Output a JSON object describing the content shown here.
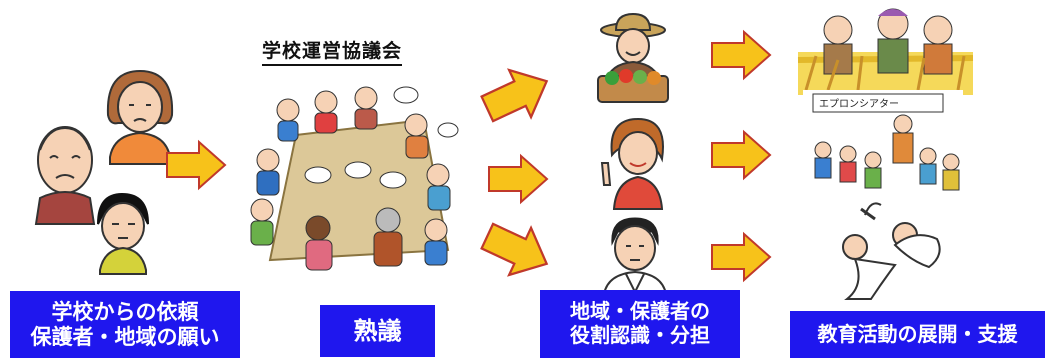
{
  "council_title": "学校運営協議会",
  "labels": {
    "request": [
      "学校からの依頼",
      "保護者・地域の願い"
    ],
    "deliberation": "熟議",
    "roles": [
      "地域・保護者の",
      "役割認識・分担"
    ],
    "activities": "教育活動の展開・支援"
  },
  "scene_text": {
    "sign": "エプロンシアター"
  },
  "colors": {
    "label_bg": "#1f17ee",
    "arrow_fill": "#f7c21a",
    "arrow_stroke": "#c0392b",
    "table": "#dcc898"
  },
  "icons": [
    "elderly-man-icon",
    "worried-woman-icon",
    "boy-icon",
    "council-meeting-icon",
    "farmer-icon",
    "woman-pointing-icon",
    "judo-instructor-icon",
    "harvest-scene-icon",
    "apron-theater-scene-icon",
    "judo-scene-icon",
    "arrow-icon"
  ]
}
